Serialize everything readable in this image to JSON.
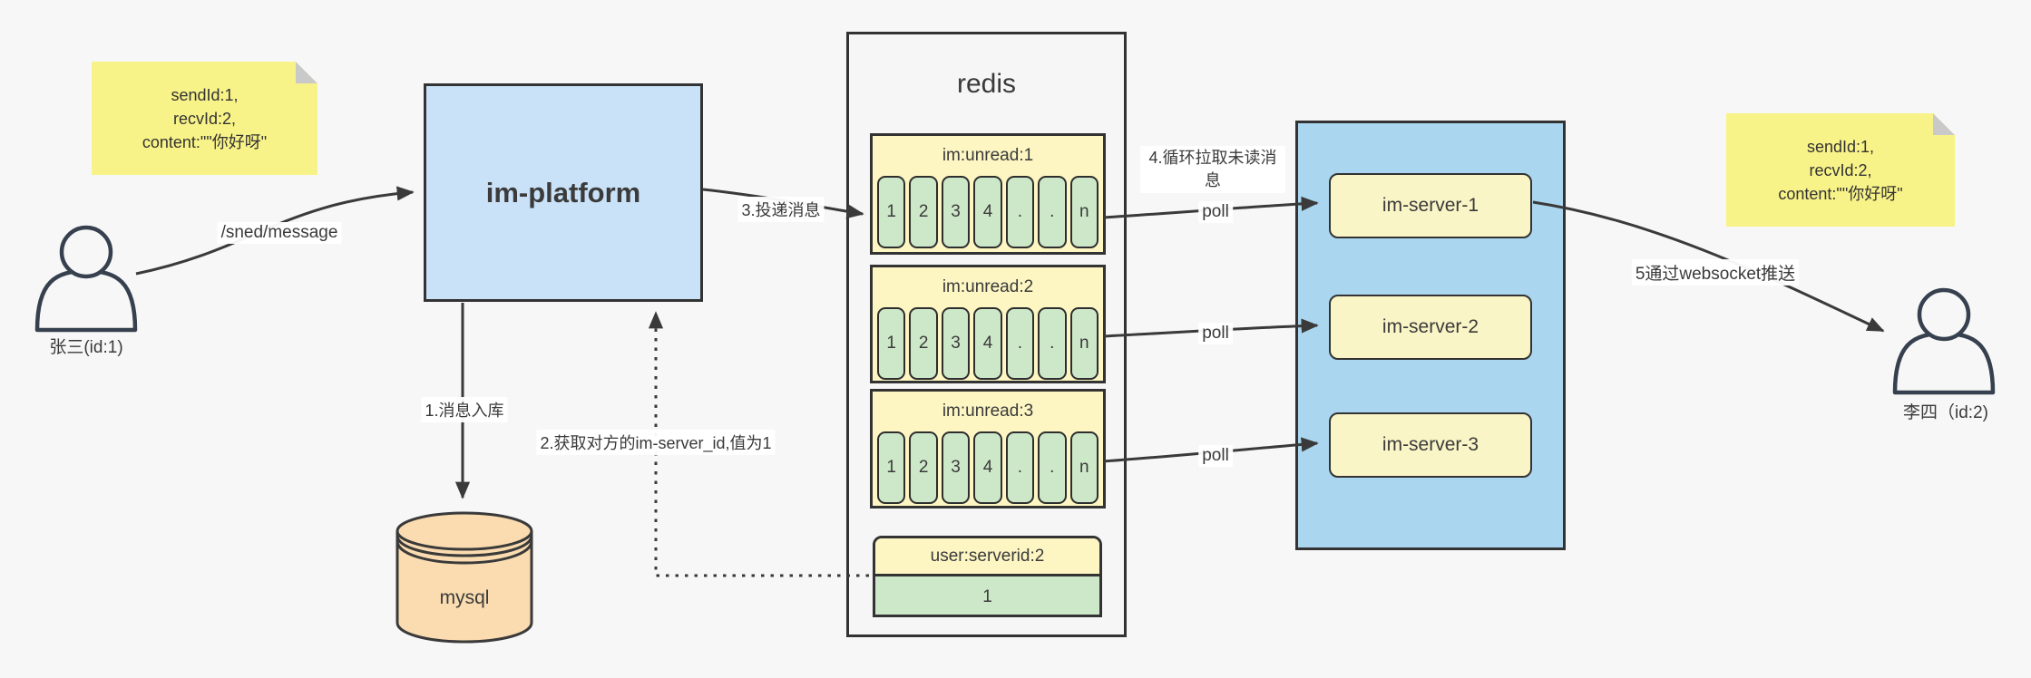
{
  "sticky_left": {
    "lines": [
      "sendId:1,",
      "recvId:2,",
      "content:\"\"你好呀\""
    ]
  },
  "sticky_right": {
    "lines": [
      "sendId:1,",
      "recvId:2,",
      "content:\"\"你好呀\""
    ]
  },
  "actors": {
    "sender": "张三(id:1)",
    "receiver": "李四（id:2)"
  },
  "platform": {
    "label": "im-platform"
  },
  "database": {
    "label": "mysql"
  },
  "redis": {
    "title": "redis",
    "queues": [
      {
        "title": "im:unread:1",
        "cells": [
          "1",
          "2",
          "3",
          "4",
          ".",
          ".",
          "n"
        ]
      },
      {
        "title": "im:unread:2",
        "cells": [
          "1",
          "2",
          "3",
          "4",
          ".",
          ".",
          "n"
        ]
      },
      {
        "title": "im:unread:3",
        "cells": [
          "1",
          "2",
          "3",
          "4",
          ".",
          ".",
          "n"
        ]
      }
    ],
    "kv": {
      "title": "user:serverid:2",
      "value": "1"
    }
  },
  "cluster": {
    "servers": [
      "im-server-1",
      "im-server-2",
      "im-server-3"
    ]
  },
  "labels": {
    "send_endpoint": "/sned/message",
    "step1": "1.消息入库",
    "step2": "2.获取对方的im-server_id,值为1",
    "step3": "3.投递消息",
    "step4": "4.循环拉取未读消息",
    "step5": "5通过websocket推送",
    "poll": "poll"
  },
  "colors": {
    "background": "#f7f7f7",
    "platform_fill": "#c9e2f8",
    "cluster_fill": "#abd6f0",
    "server_fill": "#faf5c6",
    "queue_fill": "#fdf6c3",
    "cell_fill": "#cde8c8",
    "db_fill": "#fadcb0",
    "note_fill": "#f8f388",
    "line": "#3a3a3a"
  }
}
